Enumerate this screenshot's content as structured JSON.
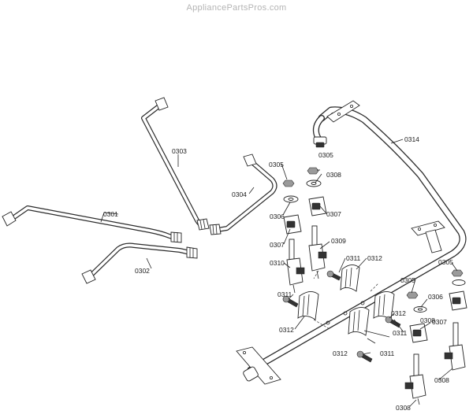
{
  "watermark": "AppliancePartsPros.com",
  "labels": {
    "l0301": "0301",
    "l0302": "0302",
    "l0303": "0303",
    "l0304": "0304",
    "l0305a": "0305",
    "l0305b": "0305",
    "l0305c": "0305",
    "l0305d": "0305",
    "l0306a": "0306",
    "l0306b": "0306",
    "l0307a": "0307",
    "l0307b": "0307",
    "l0307c": "0307",
    "l0308a": "0308",
    "l0308b": "0308",
    "l0308c": "0308",
    "l0308d": "0308",
    "l0309": "0309",
    "l0310": "0310",
    "l0311a": "0311",
    "l0311b": "0311",
    "l0311c": "0311",
    "l0311d": "0311",
    "l0312a": "0312",
    "l0312b": "0312",
    "l0312c": "0312",
    "l0312d": "0312",
    "l0314": "0314"
  }
}
